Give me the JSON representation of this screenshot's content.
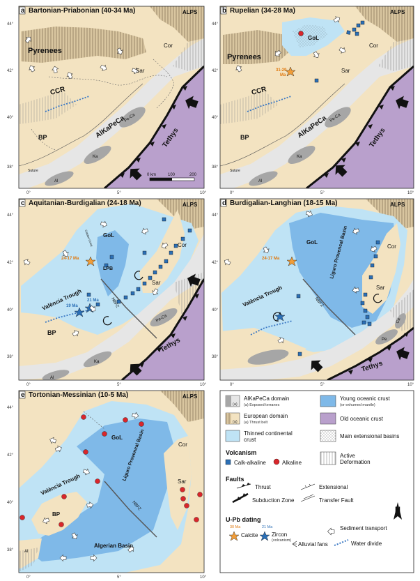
{
  "colors": {
    "european": "#f3e3c1",
    "alkapeca": "#e6e6e6",
    "alkapeca_exposed": "#a6a6a6",
    "thinned": "#bfe3f5",
    "young": "#7fb9e8",
    "old": "#b9a0cc",
    "calk_alkaline": "#2b6fb6",
    "alkaline": "#d9262b",
    "calcite": "#f19d38",
    "zircon": "#2b6fb6",
    "water_divide": "#3a78c4"
  },
  "panels": [
    {
      "letter": "a",
      "title": "Bartonian-Priabonian (40-34 Ma)",
      "labels": {
        "alps": "ALPS",
        "pyrenees": "Pyrenees",
        "ccr": "CCR",
        "bp": "BP",
        "alkapeca": "AlKaPeCa",
        "tethys": "Tethys",
        "cor": "Cor",
        "sar": "Sar",
        "peca": "Pe-Ca",
        "ka": "Ka",
        "al": "Al",
        "suture": "Suture"
      },
      "scale": {
        "label": "0 km",
        "mid": "100",
        "end": "200"
      }
    },
    {
      "letter": "b",
      "title": "Rupelian (34-28 Ma)",
      "labels": {
        "alps": "ALPS",
        "pyrenees": "Pyrenees",
        "ccr": "CCR",
        "bp": "BP",
        "alkapeca": "AlKaPeCa",
        "tethys": "Tethys",
        "gol": "GoL",
        "cor": "Cor",
        "sar": "Sar",
        "peca": "Pe-Ca",
        "ka": "Ka",
        "al": "Al",
        "suture": "Suture",
        "date": "31-29",
        "date_unit": "Ma"
      }
    },
    {
      "letter": "c",
      "title": "Aquitanian-Burdigalian (24-18 Ma)",
      "labels": {
        "alps": "ALPS",
        "gol": "GoL",
        "lpb": "LPB",
        "valencia": "València Trough",
        "bp": "BP",
        "tethys": "Tethys",
        "cor": "Cor",
        "sar": "Sar",
        "peca": "Pe-Ca",
        "ka": "Ka",
        "al": "Al",
        "nbfz": "NBFZ",
        "date1": "24-17 Ma",
        "date2": "21 Ma",
        "date3": "19 Ma",
        "catalan": "Catalan Coast"
      }
    },
    {
      "letter": "d",
      "title": "Burdigalian-Langhian (18-15 Ma)",
      "labels": {
        "alps": "ALPS",
        "gol": "GoL",
        "lpb": "Liguro Provencal Basin",
        "valencia": "València Trough",
        "tethys": "Tethys",
        "cor": "Cor",
        "sar": "Sar",
        "ca": "Ca",
        "pe": "Pe",
        "nbfz": "NBFZ",
        "date1": "24-17 Ma"
      }
    },
    {
      "letter": "e",
      "title": "Tortonian-Messinian (10-5 Ma)",
      "labels": {
        "alps": "ALPS",
        "gol": "GoL",
        "lpb": "Liguro Provencal Basin",
        "valencia": "València Trough",
        "bp": "BP",
        "cor": "Cor",
        "sar": "Sar",
        "nbfz": "NBFZ",
        "algerian": "Algerian Basin",
        "al": "Al"
      }
    }
  ],
  "axes": {
    "lon": [
      "0°",
      "5°",
      "10°"
    ],
    "lat": [
      "44°",
      "42°",
      "40°",
      "38°"
    ]
  },
  "legend": {
    "alkapeca": {
      "title": "AlKaPeCa domain",
      "sub": "(a) Exposed terranes",
      "tag": "(a)"
    },
    "european": {
      "title": "European domain",
      "sub": "(a) Thrust belt",
      "tag": "(a)"
    },
    "thinned": {
      "line1": "Thinned continental",
      "line2": "crust"
    },
    "young": {
      "line1": "Young oceanic crust",
      "line2": "(or exhumed mantle)"
    },
    "old": {
      "title": "Old oceanic crust"
    },
    "basins": {
      "title": "Main extensional basins"
    },
    "volcanism": {
      "title": "Volcanism",
      "calk": "Calk-alkaline",
      "alk": "Alkaline"
    },
    "active": {
      "line1": "Active",
      "line2": "Deformation"
    },
    "faults": {
      "title": "Faults",
      "thrust": "Thrust",
      "extensional": "Extensional",
      "subduction": "Subduction Zone",
      "transfer": "Transfer Fault"
    },
    "north": "N",
    "dating": {
      "title": "U-Pb dating",
      "calcite_age": "30 Ma",
      "calcite": "Calcite",
      "zircon_age": "21 Ma",
      "zircon": "Zircon",
      "zircon_sub": "(volcanism)"
    },
    "sediment": "Sediment transport",
    "fans": "Alluvial fans",
    "water": "Water divide"
  }
}
